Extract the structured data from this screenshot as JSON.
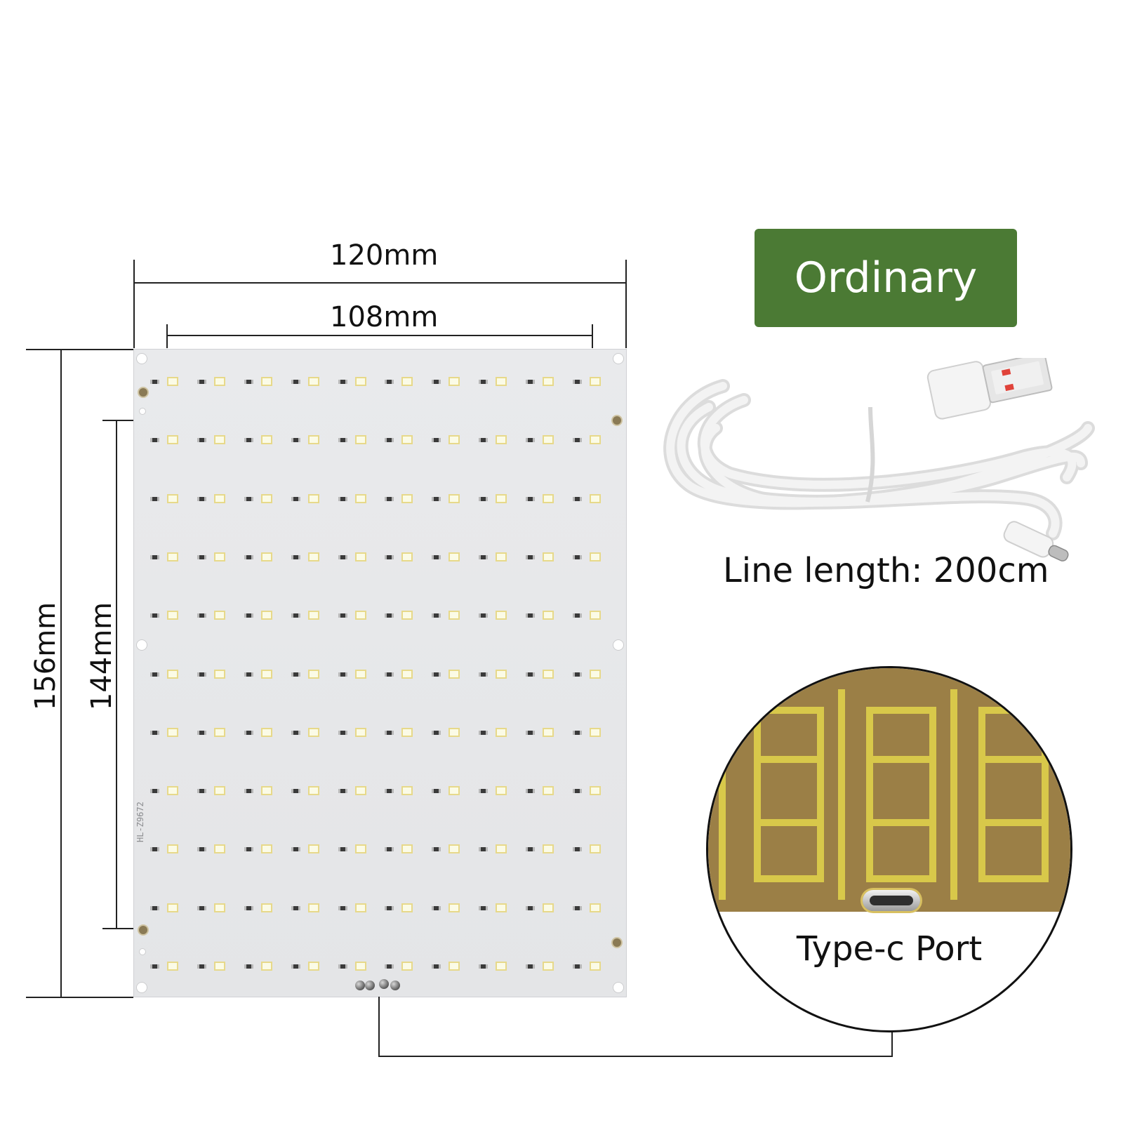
{
  "dimensions": {
    "board_width": "120mm",
    "led_span_width": "108mm",
    "board_height": "156mm",
    "led_span_height": "144mm"
  },
  "badge": {
    "label": "Ordinary",
    "color": "#4b7a34"
  },
  "cable": {
    "icon": "usb-cable-icon",
    "label": "Line length: 200cm"
  },
  "port": {
    "icon": "type-c-port-icon",
    "label": "Type-c Port"
  },
  "board": {
    "marking": "HL-Z9672",
    "led_rows": 11,
    "led_columns": 10,
    "board_color": "#e6e7e9",
    "led_color": "#fbfbe6"
  }
}
